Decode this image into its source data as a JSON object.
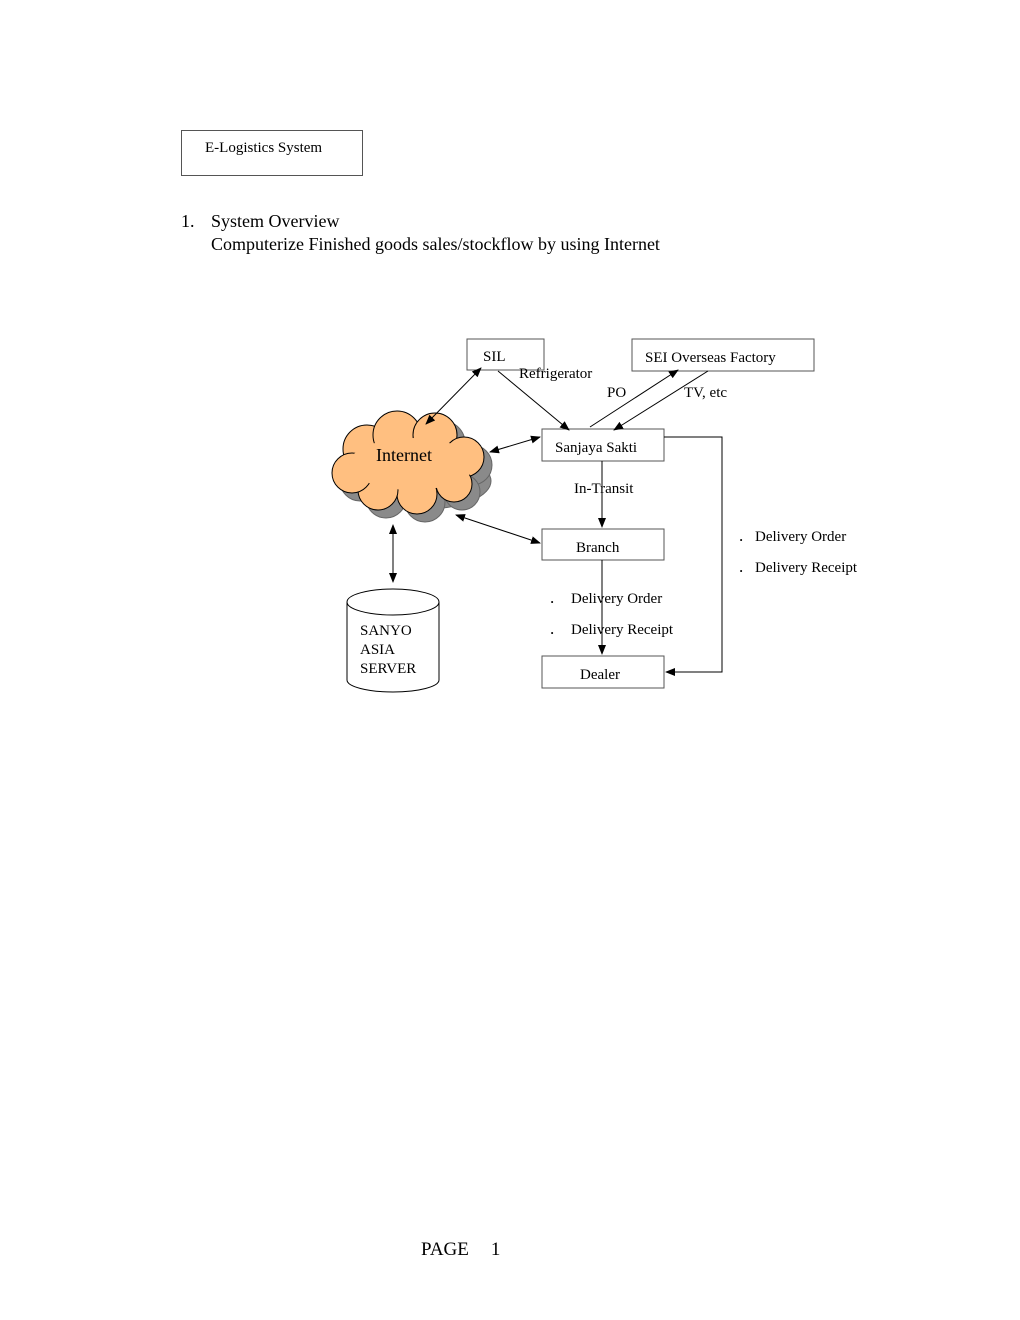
{
  "header": {
    "title_box": "E-Logistics  System"
  },
  "section": {
    "number": "1.",
    "title": "System  Overview",
    "description": "Computerize Finished goods sales/stockflow by using Internet"
  },
  "diagram": {
    "nodes": {
      "sil": "SIL",
      "sei": "SEI Overseas Factory",
      "sanjaya": "Sanjaya Sakti",
      "branch": "Branch",
      "dealer": "Dealer",
      "internet": "Internet",
      "server_lines": [
        "SANYO",
        "ASIA",
        "SERVER"
      ]
    },
    "labels": {
      "refrigerator": "Refrigerator",
      "po": "PO",
      "tv": "TV, etc",
      "in_transit": "In-Transit"
    },
    "right_notes": [
      "Delivery Order",
      "Delivery Receipt"
    ],
    "middle_notes": [
      "Delivery Order",
      "Delivery Receipt"
    ],
    "bullet": "."
  },
  "footer": {
    "label": "PAGE",
    "page_number": "1"
  }
}
